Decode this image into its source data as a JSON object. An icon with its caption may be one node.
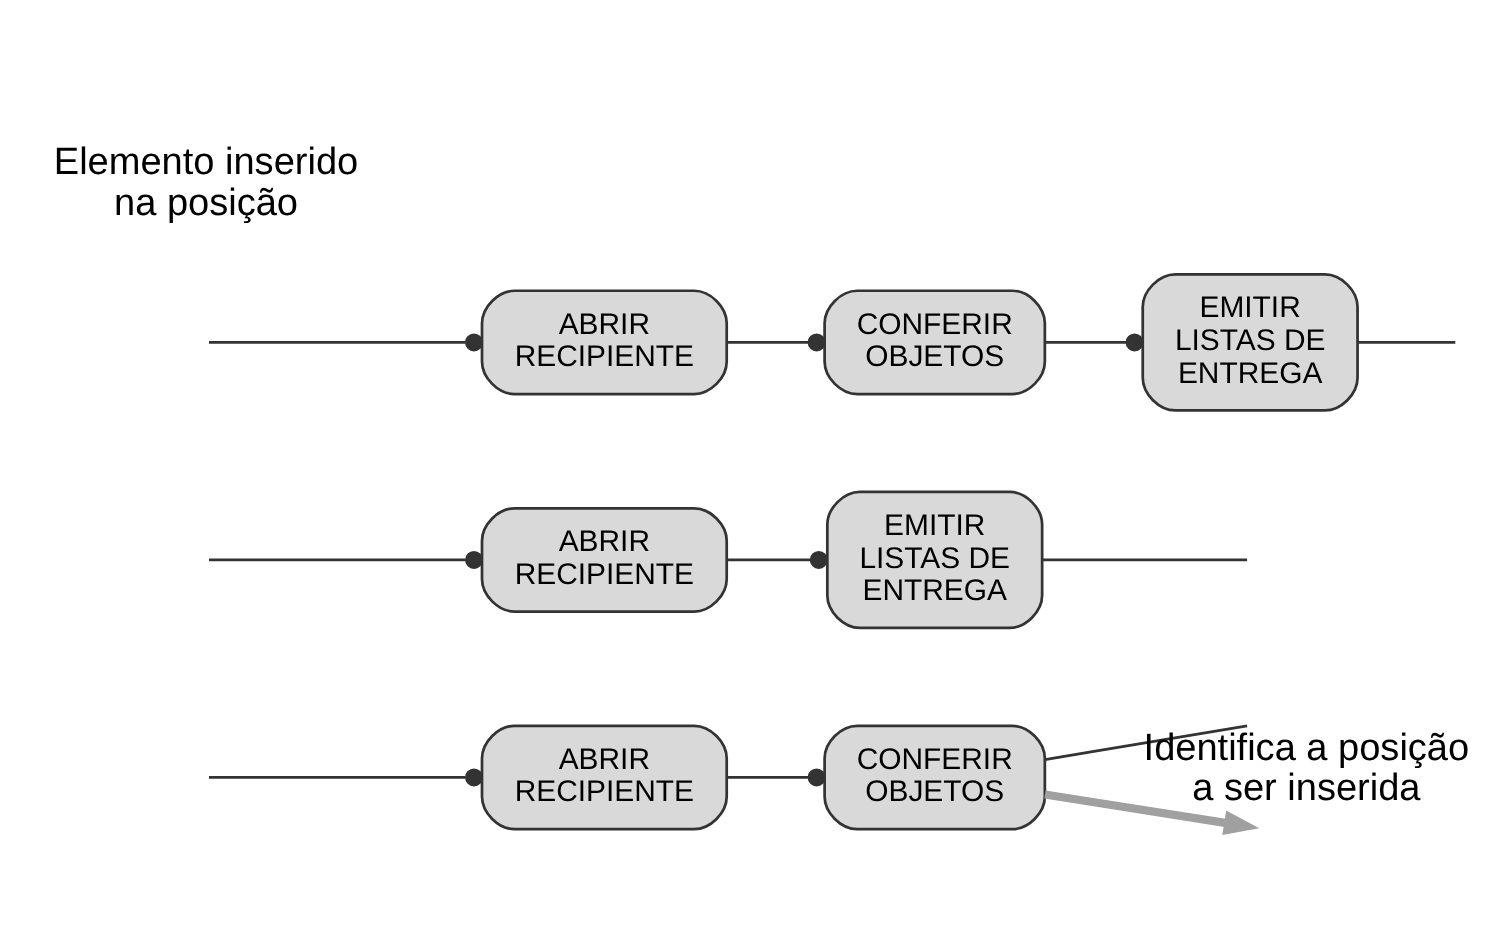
{
  "diagram": {
    "nodes": [
      {
        "text": [
          "ABRIR RECIPIENTE"
        ]
      },
      {
        "text": [
          "CONFERIR OBJETOS"
        ]
      },
      {
        "text": [
          "ABRIR RECIPIENTE"
        ]
      },
      {
        "text": [
          "EMITIR LISTAS DE ENTREGA"
        ]
      },
      {
        "text": [
          "ABRIR RECIPIENTE"
        ]
      },
      {
        "text": [
          "CONFERIR OBJETOS"
        ]
      },
      {
        "text": [
          "EMITIR LISTAS DE ENTREGA"
        ]
      }
    ],
    "edges": [
      {
        "from": null,
        "to": 0,
        "arrow": "other"
      },
      {
        "from": 0,
        "to": 1,
        "arrow": "other"
      },
      {
        "from": 1,
        "to": null,
        "arrow": "none"
      },
      {
        "from": null,
        "to": 2,
        "arrow": "other"
      },
      {
        "from": 2,
        "to": 3,
        "arrow": "other"
      },
      {
        "from": 3,
        "to": null,
        "arrow": "none"
      },
      {
        "from": 1,
        "to": null,
        "arrow": "to",
        "color": "#a0a0a0",
        "style": "thick",
        "label": "Identifica a posição a ser inserida"
      },
      {
        "from": null,
        "to": 4,
        "arrow": "other"
      },
      {
        "from": 4,
        "to": 5,
        "arrow": "other"
      },
      {
        "from": 5,
        "to": 6,
        "arrow": "other"
      },
      {
        "from": 6,
        "to": null,
        "arrow": "none"
      }
    ],
    "labels": [
      "Elemento inserido na posição"
    ]
  }
}
